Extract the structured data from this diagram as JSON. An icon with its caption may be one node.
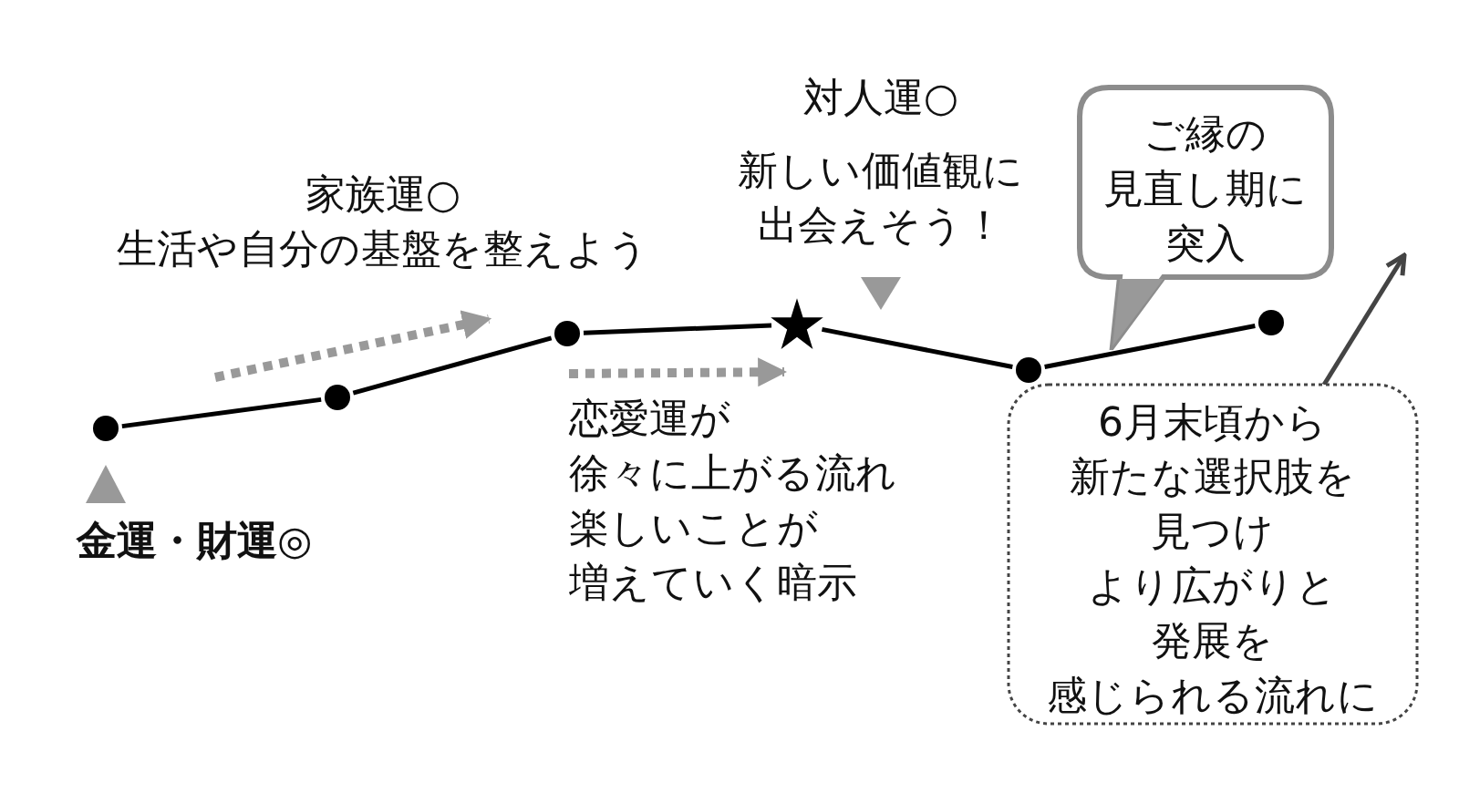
{
  "diagram": {
    "nodes": [
      {
        "text": [],
        "shape": "circle"
      },
      {
        "text": [],
        "shape": "circle"
      },
      {
        "text": [],
        "shape": "circle"
      },
      {
        "text": [],
        "shape": "star"
      },
      {
        "text": [],
        "shape": "circle"
      },
      {
        "text": [],
        "shape": "circle"
      },
      {
        "text": [
          "ご縁の見直し期に突入"
        ]
      },
      {
        "text": [
          "6月末頃から新たな選択肢を見つけより広がりと発展を感じられる流れに"
        ]
      }
    ],
    "edges": [
      {
        "from": 0,
        "to": 1,
        "arrow": "none"
      },
      {
        "from": 1,
        "to": 2,
        "arrow": "none"
      },
      {
        "from": 2,
        "to": 3,
        "arrow": "none"
      },
      {
        "from": 3,
        "to": 4,
        "arrow": "none"
      },
      {
        "from": 4,
        "to": 5,
        "arrow": "none"
      },
      {
        "from": 7,
        "to": null,
        "arrow": "to",
        "color": "#444444"
      }
    ],
    "labels": [
      "家族運○",
      "生活や自分の基盤を整えよう",
      "対人運○",
      "新しい価値観に出会えそう！",
      "恋愛運が徐々に上がる流れ楽しいことが増えていく暗示",
      "金運・財運◎"
    ]
  }
}
